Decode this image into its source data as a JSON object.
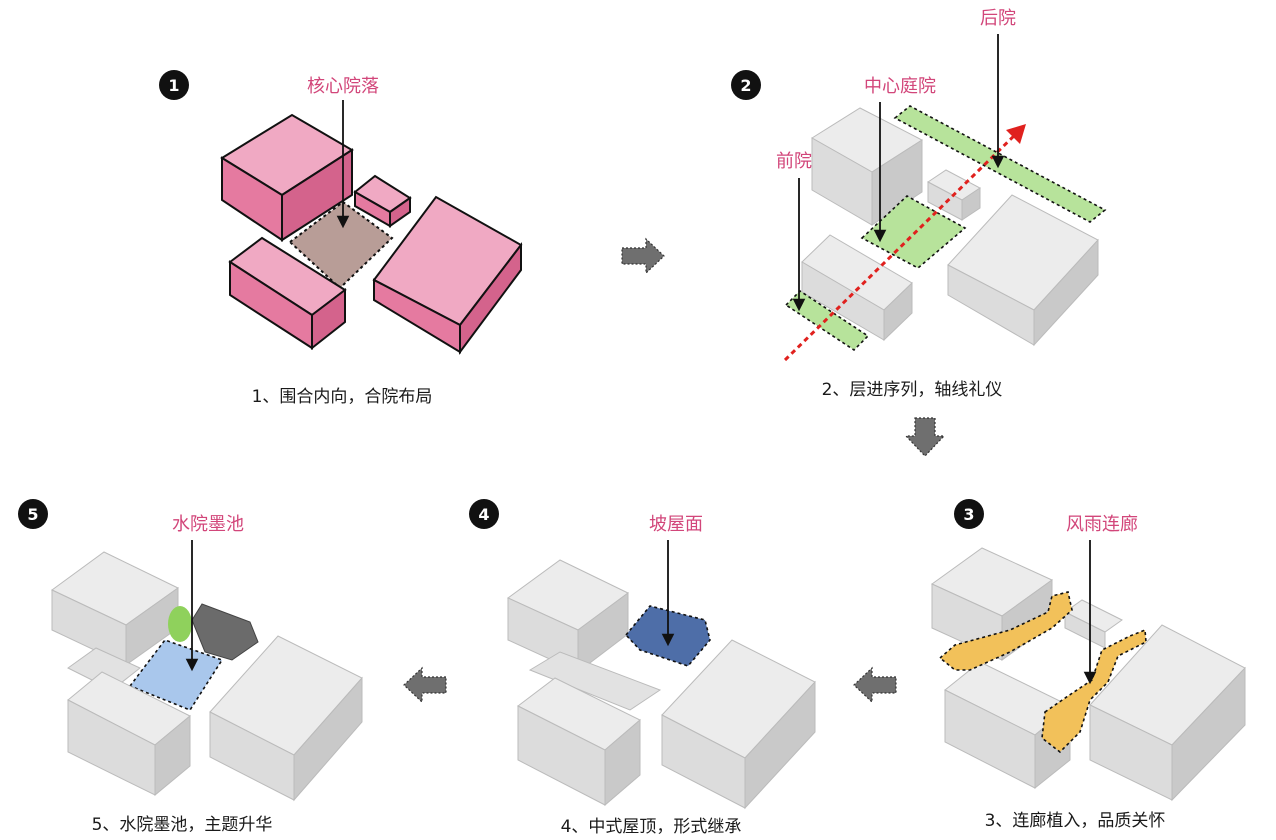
{
  "colors": {
    "label_pink": "#d2467a",
    "mass_pink": "#e57aa0",
    "courtyard_brown": "#b89d97",
    "mass_gray": "#dcdcdc",
    "green_yard": "#b7e39b",
    "axis_red": "#e0211e",
    "corridor_yellow": "#f2c15a",
    "roof_blue": "#4e6ea8",
    "pool_blue": "#a9c7ec",
    "tree_green": "#8fd15c",
    "arrow_gray": "#6f6f6f"
  },
  "steps": [
    {
      "number": "1",
      "label": "核心院落",
      "caption": "1、围合内向，合院布局"
    },
    {
      "number": "2",
      "labels": {
        "front": "前院",
        "center": "中心庭院",
        "back": "后院"
      },
      "caption": "2、层进序列，轴线礼仪"
    },
    {
      "number": "3",
      "label": "风雨连廊",
      "caption": "3、连廊植入，品质关怀"
    },
    {
      "number": "4",
      "label": "坡屋面",
      "caption": "4、中式屋顶，形式继承"
    },
    {
      "number": "5",
      "label": "水院墨池",
      "caption": "5、水院墨池，主题升华"
    }
  ],
  "flow_icons": [
    "arrow-right-icon",
    "arrow-down-icon",
    "arrow-left-icon",
    "arrow-left-icon"
  ]
}
